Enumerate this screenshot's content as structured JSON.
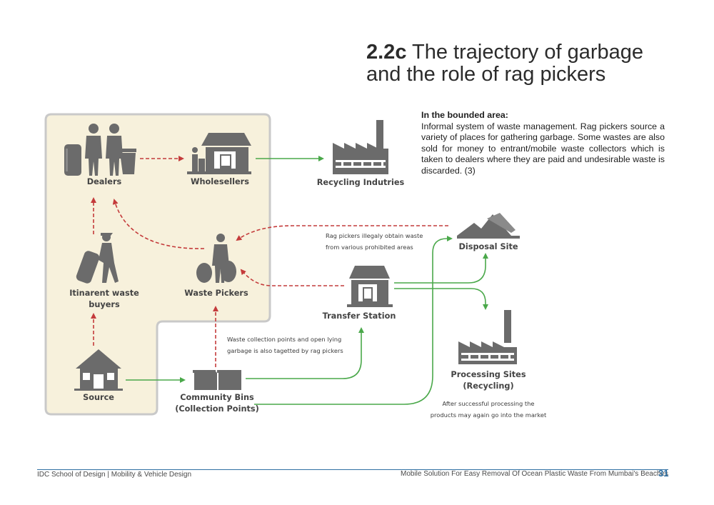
{
  "header": {
    "section": "2.2c",
    "title_line1": "The trajectory of garbage",
    "title_line2": "and the role of rag pickers"
  },
  "description": {
    "heading": "In the bounded area:",
    "body": "Informal system of waste management. Rag pickers source a variety of places for gathering garbage. Some wastes are also sold for money to entrant/mobile waste collectors which is taken to dealers where they are paid and undesirable waste is discarded. (3)"
  },
  "nodes": {
    "dealers": "Dealers",
    "wholesellers": "Wholesellers",
    "recycling": "Recycling Indutries",
    "itinerant_1": "Itinarent waste",
    "itinerant_2": "buyers",
    "waste_pickers": "Waste Pickers",
    "source": "Source",
    "community_1": "Community Bins",
    "community_2": "(Collection Points)",
    "transfer": "Transfer Station",
    "disposal": "Disposal Site",
    "processing_1": "Processing Sites",
    "processing_2": "(Recycling)"
  },
  "notes": {
    "rag_1": "Rag pickers illegaly obtain waste",
    "rag_2": "from various prohibited areas",
    "collection_1": "Waste collection points and open lying",
    "collection_2": "garbage is also tagetted by rag pickers",
    "after_1": "After  successful processing the",
    "after_2": "products may again go into the market"
  },
  "colors": {
    "zone": "#f7f1dc",
    "zone_border": "#c9c9c9",
    "icon": "#6b6b6b",
    "green": "#4aa84a",
    "red": "#c43b3b",
    "accent": "#2e6fa3"
  },
  "footer": {
    "left": "IDC School of Design | Mobility & Vehicle Design",
    "right": "Mobile Solution For Easy Removal Of Ocean Plastic Waste From Mumbai's Beaches",
    "page": "31"
  }
}
